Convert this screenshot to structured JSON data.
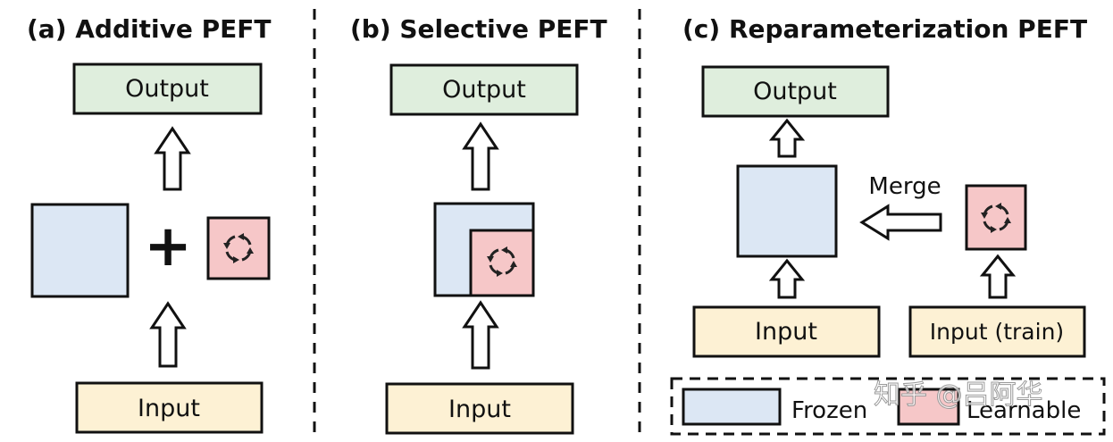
{
  "colors": {
    "output_fill": "#dfeedd",
    "input_fill": "#fdf1d4",
    "frozen_fill": "#dce7f4",
    "learnable_fill": "#f6c7c8",
    "stroke": "#111111"
  },
  "panels": {
    "a": {
      "title": "(a) Additive PEFT",
      "output": "Output",
      "input": "Input",
      "operator": "+"
    },
    "b": {
      "title": "(b) Selective PEFT",
      "output": "Output",
      "input": "Input"
    },
    "c": {
      "title": "(c) Reparameterization PEFT",
      "output": "Output",
      "input": "Input",
      "input_train": "Input (train)",
      "merge": "Merge"
    }
  },
  "legend": {
    "frozen": "Frozen",
    "learnable": "Learnable"
  },
  "icons": {
    "learnable_block": "refresh-cycle-icon"
  },
  "watermark": "知乎 @吕阿华"
}
